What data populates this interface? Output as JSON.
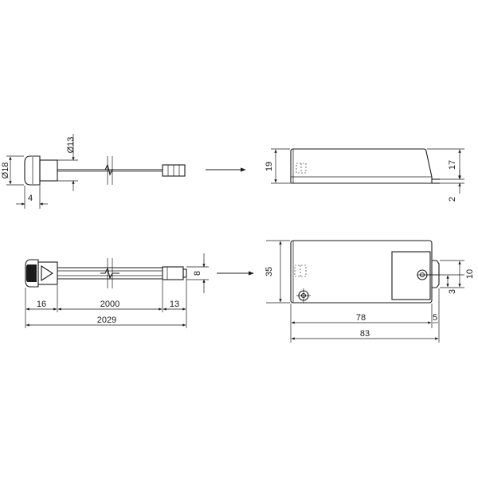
{
  "dimensions": {
    "switch_diameter": "Ø18",
    "shaft_diameter": "Ø13",
    "flange_thickness": "4",
    "left_length": "16",
    "cable_length": "2000",
    "plug_length": "13",
    "overall_length": "2029",
    "plug_height": "8",
    "box_height": "19",
    "box_body_height": "17",
    "base_offset": "2",
    "box_width": "35",
    "box_length": "78",
    "tab_length": "5",
    "overall_box_length": "83",
    "tab_width": "10",
    "hole_offset": "3"
  },
  "colors": {
    "line": "#1a1a1a",
    "background": "#ffffff"
  }
}
